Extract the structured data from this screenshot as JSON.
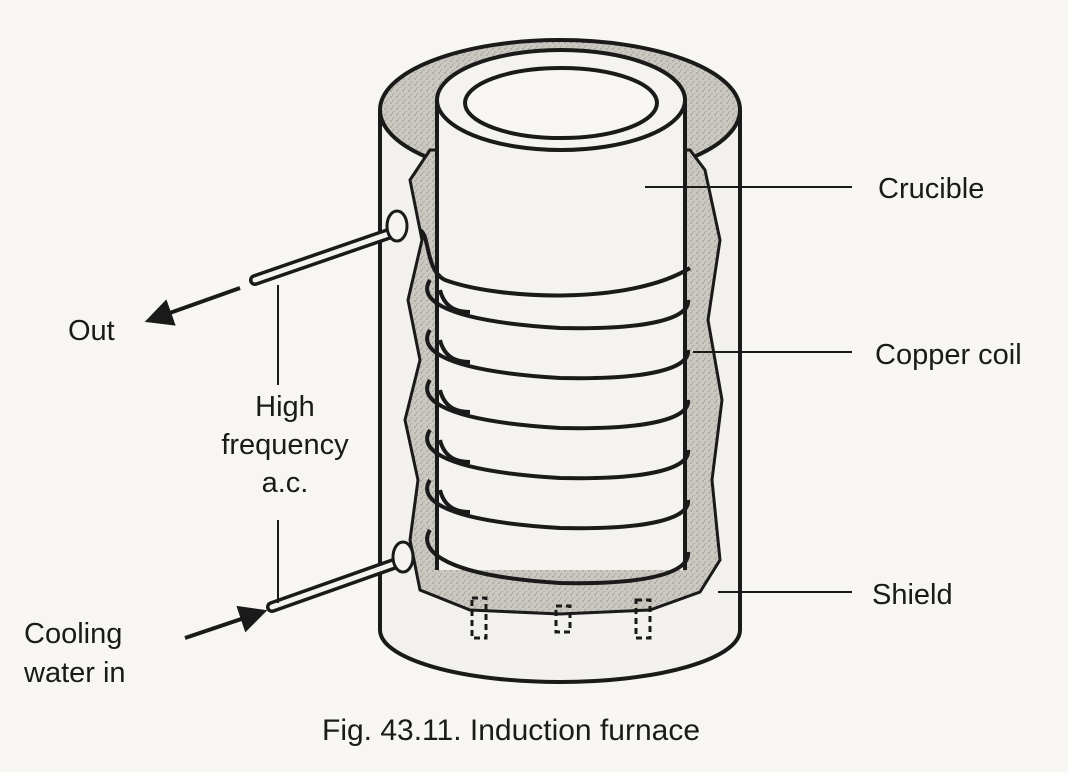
{
  "labels": {
    "crucible": "Crucible",
    "copper_coil": "Copper coil",
    "shield": "Shield",
    "out": "Out",
    "high_frequency_line1": "High",
    "high_frequency_line2": "frequency",
    "high_frequency_line3": "a.c.",
    "cooling_line1": "Cooling",
    "cooling_line2": "water in"
  },
  "caption": "Fig. 43.11. Induction furnace",
  "colors": {
    "ink": "#1a1a1a",
    "paper": "#f7f6f2",
    "insulation": "#c9c6c0"
  }
}
